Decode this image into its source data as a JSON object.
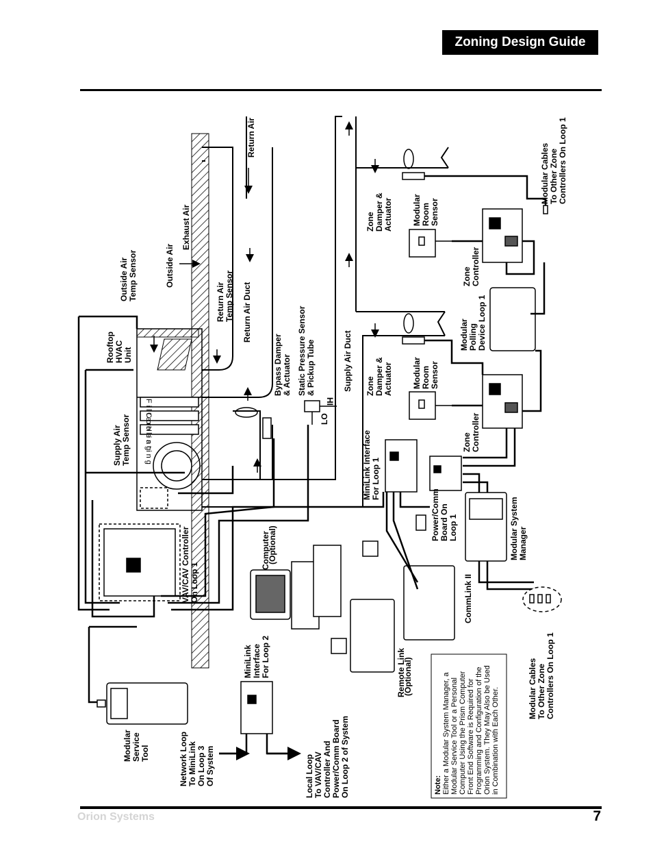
{
  "header": {
    "title": "Zoning Design Guide"
  },
  "footer": {
    "brand": "Orion Systems",
    "page_number": "7"
  },
  "labels": {
    "return_air_top": "Return Air",
    "exhaust_air": "Exhaust Air",
    "outside_air": "Outside Air",
    "outside_air_temp_sensor": [
      "Outside Air",
      "Temp Sensor"
    ],
    "return_air_temp_sensor": [
      "Return Air",
      "Temp Sensor"
    ],
    "return_air_duct": "Return Air Duct",
    "static_pressure_sensor": [
      "Static Pressure Sensor",
      "& Pickup Tube"
    ],
    "bypass_damper": [
      "Bypass Damper",
      "& Actuator"
    ],
    "rooftop_hvac": [
      "Rooftop",
      "HVAC",
      "Unit"
    ],
    "supply_air_temp_sensor": [
      "Supply Air",
      "Temp Sensor"
    ],
    "filter": "Filter",
    "cooling": "Cooling",
    "heating": "Heating",
    "lo": "LO",
    "hi": "HI",
    "supply_air_duct": "Supply Air Duct",
    "zone_damper_top": [
      "Zone",
      "Damper &",
      "Actuator"
    ],
    "zone_damper_bottom": [
      "Zone",
      "Damper &",
      "Actuator"
    ],
    "modular_room_sensor_top": [
      "Modular",
      "Room",
      "Sensor"
    ],
    "modular_room_sensor_bottom": [
      "Modular",
      "Room",
      "Sensor"
    ],
    "zone_controller_top": [
      "Zone",
      "Controller"
    ],
    "zone_controller_bottom": [
      "Zone",
      "Controller"
    ],
    "modular_polling_device": [
      "Modular",
      "Polling",
      "Device Loop 1"
    ],
    "modular_cables_top": [
      "Modular Cables",
      "To Other Zone",
      "Controllers On Loop 1"
    ],
    "minilink_loop1": [
      "MiniLink Interface",
      "For Loop 1"
    ],
    "power_comm_board": [
      "Power/Comm",
      "Board On",
      "Loop 1"
    ],
    "modular_system_manager": [
      "Modular System",
      "Manager"
    ],
    "computer": "Computer",
    "computer_optional": "(Optional)",
    "vav_cav_controller": [
      "VAV/CAV Controller",
      "On Loop 1"
    ],
    "commlink": "CommLink II",
    "minilink_loop2": [
      "MiniLink",
      "Interface",
      "For Loop 2"
    ],
    "remote_link": "Remote Link",
    "remote_link_optional": "(Optional)",
    "modular_cables_bottom": [
      "Modular Cables",
      "To Other Zone",
      "Controllers On Loop 1"
    ],
    "modular_service_tool": [
      "Modular",
      "Service",
      "Tool"
    ],
    "network_loop": [
      "Network Loop",
      "To MiniLink",
      "On Loop 3",
      "Of System"
    ],
    "local_loop": [
      "Local Loop",
      "To VAV/CAV",
      "Controller And",
      "Power/Comm Board",
      "On Loop 2 of System"
    ],
    "note_title": "Note:",
    "note_lines": [
      "Either a Modular System Manager, a",
      "Modular Service Tool or a Personal",
      "Computer Using the Prism Computer",
      "Front End Software is Required for",
      "Programming and Configuration of the",
      "Orion System. They May Also be Used",
      "in Combination with Each Other."
    ]
  }
}
